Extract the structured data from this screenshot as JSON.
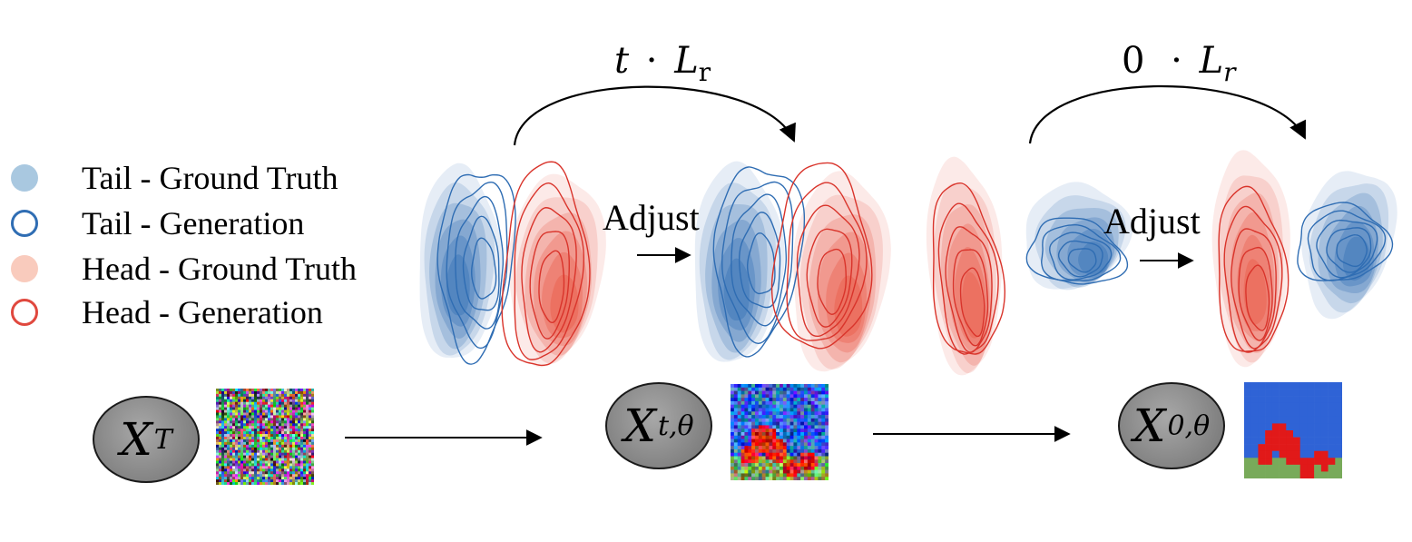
{
  "legend": {
    "items": [
      {
        "label": "Tail - Ground Truth",
        "style": "filled",
        "color": "#a9c8e0"
      },
      {
        "label": "Tail - Generation",
        "style": "outline",
        "color": "#2f6db3"
      },
      {
        "label": "Head - Ground Truth",
        "style": "filled",
        "color": "#f9cbbd"
      },
      {
        "label": "Head - Generation",
        "style": "outline",
        "color": "#e0483e"
      }
    ]
  },
  "arcs": [
    {
      "label_factor": "t",
      "label_dot": "·",
      "label_L": "L",
      "label_sub": "r"
    },
    {
      "label_factor": "0",
      "label_dot": "·",
      "label_L": "L",
      "label_sub": "r"
    }
  ],
  "adjust_labels": [
    "Adjust",
    "Adjust"
  ],
  "nodes": [
    {
      "symbol": "X",
      "subscript": "T"
    },
    {
      "symbol": "X",
      "subscript": "t,θ"
    },
    {
      "symbol": "X",
      "subscript": "0,θ"
    }
  ],
  "colors": {
    "tail_fill": "#2f6db3",
    "tail_line": "#2f6db3",
    "head_fill": "#e8533f",
    "head_line": "#d9342b",
    "sky": "#2f63d6",
    "poppy": "#e01515"
  },
  "thumbnails": [
    {
      "kind": "pure-noise"
    },
    {
      "kind": "noisy-poppies"
    },
    {
      "kind": "clean-poppies"
    }
  ]
}
